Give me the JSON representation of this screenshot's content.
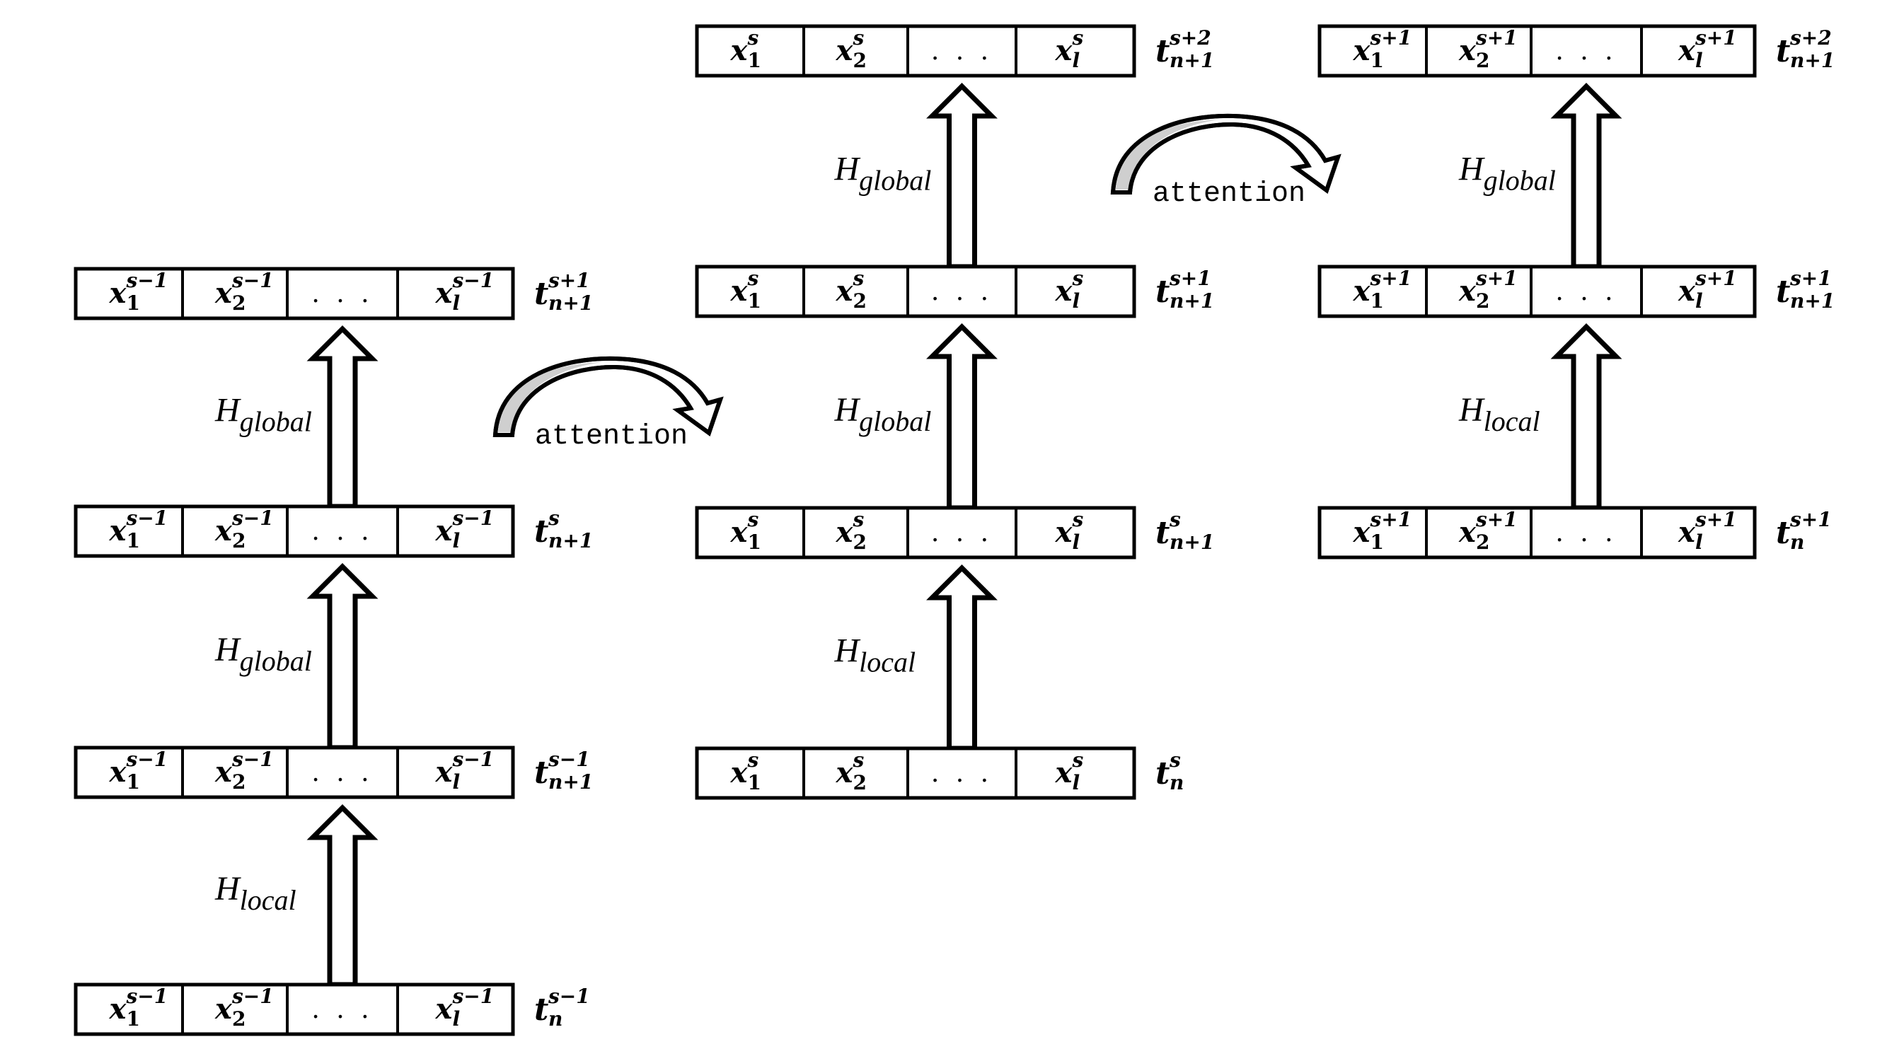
{
  "diagram": {
    "columns": [
      {
        "id": "left",
        "rows": [
          {
            "cells": [
              {
                "var": "x",
                "sub": "1",
                "sup": "s−1"
              },
              {
                "var": "x",
                "sub": "2",
                "sup": "s−1"
              },
              {
                "dots": "..."
              },
              {
                "var": "x",
                "sub": "l",
                "sup": "s−1"
              }
            ],
            "label": {
              "t": "t",
              "sub": "n+1",
              "sup": "s+1"
            }
          },
          {
            "cells": [
              {
                "var": "x",
                "sub": "1",
                "sup": "s−1"
              },
              {
                "var": "x",
                "sub": "2",
                "sup": "s−1"
              },
              {
                "dots": "..."
              },
              {
                "var": "x",
                "sub": "l",
                "sup": "s−1"
              }
            ],
            "label": {
              "t": "t",
              "sub": "n+1",
              "sup": "s"
            }
          },
          {
            "cells": [
              {
                "var": "x",
                "sub": "1",
                "sup": "s−1"
              },
              {
                "var": "x",
                "sub": "2",
                "sup": "s−1"
              },
              {
                "dots": "..."
              },
              {
                "var": "x",
                "sub": "l",
                "sup": "s−1"
              }
            ],
            "label": {
              "t": "t",
              "sub": "n+1",
              "sup": "s−1"
            }
          },
          {
            "cells": [
              {
                "var": "x",
                "sub": "1",
                "sup": "s−1"
              },
              {
                "var": "x",
                "sub": "2",
                "sup": "s−1"
              },
              {
                "dots": "..."
              },
              {
                "var": "x",
                "sub": "l",
                "sup": "s−1"
              }
            ],
            "label": {
              "t": "t",
              "sub": "n",
              "sup": "s−1"
            }
          }
        ],
        "arrows": [
          {
            "H": "H",
            "sub": "global"
          },
          {
            "H": "H",
            "sub": "global"
          },
          {
            "H": "H",
            "sub": "local"
          }
        ]
      },
      {
        "id": "middle",
        "rows": [
          {
            "cells": [
              {
                "var": "x",
                "sub": "1",
                "sup": "s"
              },
              {
                "var": "x",
                "sub": "2",
                "sup": "s"
              },
              {
                "dots": "..."
              },
              {
                "var": "x",
                "sub": "l",
                "sup": "s"
              }
            ],
            "label": {
              "t": "t",
              "sub": "n+1",
              "sup": "s+2"
            }
          },
          {
            "cells": [
              {
                "var": "x",
                "sub": "1",
                "sup": "s"
              },
              {
                "var": "x",
                "sub": "2",
                "sup": "s"
              },
              {
                "dots": "..."
              },
              {
                "var": "x",
                "sub": "l",
                "sup": "s"
              }
            ],
            "label": {
              "t": "t",
              "sub": "n+1",
              "sup": "s+1"
            }
          },
          {
            "cells": [
              {
                "var": "x",
                "sub": "1",
                "sup": "s"
              },
              {
                "var": "x",
                "sub": "2",
                "sup": "s"
              },
              {
                "dots": "..."
              },
              {
                "var": "x",
                "sub": "l",
                "sup": "s"
              }
            ],
            "label": {
              "t": "t",
              "sub": "n+1",
              "sup": "s"
            }
          },
          {
            "cells": [
              {
                "var": "x",
                "sub": "1",
                "sup": "s"
              },
              {
                "var": "x",
                "sub": "2",
                "sup": "s"
              },
              {
                "dots": "..."
              },
              {
                "var": "x",
                "sub": "l",
                "sup": "s"
              }
            ],
            "label": {
              "t": "t",
              "sub": "n",
              "sup": "s"
            }
          }
        ],
        "arrows": [
          {
            "H": "H",
            "sub": "global"
          },
          {
            "H": "H",
            "sub": "global"
          },
          {
            "H": "H",
            "sub": "local"
          }
        ]
      },
      {
        "id": "right",
        "rows": [
          {
            "cells": [
              {
                "var": "x",
                "sub": "1",
                "sup": "s+1"
              },
              {
                "var": "x",
                "sub": "2",
                "sup": "s+1"
              },
              {
                "dots": "..."
              },
              {
                "var": "x",
                "sub": "l",
                "sup": "s+1"
              }
            ],
            "label": {
              "t": "t",
              "sub": "n+1",
              "sup": "s+2"
            }
          },
          {
            "cells": [
              {
                "var": "x",
                "sub": "1",
                "sup": "s+1"
              },
              {
                "var": "x",
                "sub": "2",
                "sup": "s+1"
              },
              {
                "dots": "..."
              },
              {
                "var": "x",
                "sub": "l",
                "sup": "s+1"
              }
            ],
            "label": {
              "t": "t",
              "sub": "n+1",
              "sup": "s+1"
            }
          },
          {
            "cells": [
              {
                "var": "x",
                "sub": "1",
                "sup": "s+1"
              },
              {
                "var": "x",
                "sub": "2",
                "sup": "s+1"
              },
              {
                "dots": "..."
              },
              {
                "var": "x",
                "sub": "l",
                "sup": "s+1"
              }
            ],
            "label": {
              "t": "t",
              "sub": "n",
              "sup": "s+1"
            }
          }
        ],
        "arrows": [
          {
            "H": "H",
            "sub": "global"
          },
          {
            "H": "H",
            "sub": "local"
          }
        ]
      }
    ],
    "attention_arrows": [
      {
        "label": "attention",
        "from": "left",
        "to": "middle"
      },
      {
        "label": "attention",
        "from": "middle",
        "to": "right"
      }
    ]
  }
}
